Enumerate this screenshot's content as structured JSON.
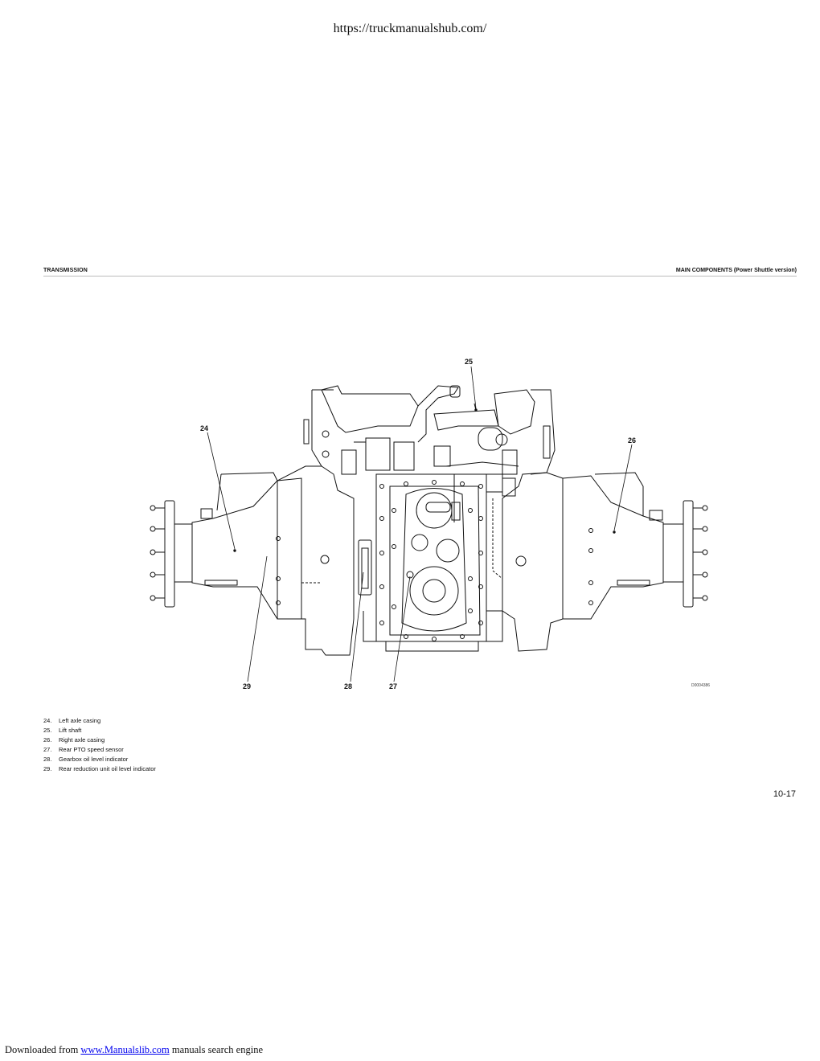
{
  "top_banner": {
    "url_text": "https://truckmanualshub.com/"
  },
  "header": {
    "section": "TRANSMISSION",
    "subsection": "MAIN COMPONENTS (Power Shuttle version)"
  },
  "figure": {
    "callouts": [
      "25",
      "24",
      "26",
      "29",
      "28",
      "27"
    ],
    "drawing_code": "D0004386"
  },
  "legend": [
    {
      "num": "24.",
      "text": "Left axle casing"
    },
    {
      "num": "25.",
      "text": "Lift shaft"
    },
    {
      "num": "26.",
      "text": "Right axle casing"
    },
    {
      "num": "27.",
      "text": "Rear PTO speed sensor"
    },
    {
      "num": "28.",
      "text": "Gearbox oil level indicator"
    },
    {
      "num": "29.",
      "text": "Rear reduction unit oil level indicator"
    }
  ],
  "page_number": "10-17",
  "footer": {
    "prefix": "Downloaded from",
    "link_text": "www.Manualslib.com",
    "suffix": "manuals search engine"
  }
}
